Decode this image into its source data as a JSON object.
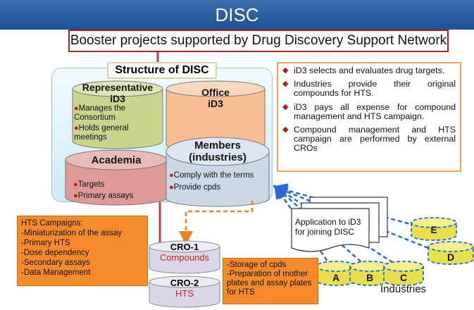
{
  "header": {
    "title": "DISC"
  },
  "banner": {
    "text": "Booster projects supported by Drug Discovery Support Network"
  },
  "structure": {
    "label": "Structure of DISC",
    "representative": {
      "title_line1": "Representative",
      "title_line2": "iD3",
      "items": [
        "Manages the Consortium",
        "Holds general meetings"
      ]
    },
    "office": {
      "title_line1": "Office",
      "title_line2": "iD3"
    },
    "academia": {
      "title": "Academia",
      "items": [
        "Targets",
        "Primary assays"
      ]
    },
    "members": {
      "title_line1": "Members",
      "title_line2": "(industries)",
      "items": [
        "Comply with the terms",
        "Provide cpds"
      ]
    }
  },
  "facts": [
    "iD3 selects and evaluates drug targets.",
    "Industries provide their original compounds for HTS.",
    "iD3 pays all expense for compound management and HTS campaign.",
    "Compound management and HTS campaign are performed by external CROs"
  ],
  "hts_box": {
    "title": "HTS Campaigns:",
    "items": [
      "-Miniaturization of the assay",
      "-Primary HTS",
      "-Dose dependency",
      "-Secondary assays",
      "-Data Management"
    ]
  },
  "cro1": {
    "title": "CRO-1",
    "subtitle": "Compounds"
  },
  "cro2": {
    "title": "CRO-2",
    "subtitle": "HTS"
  },
  "storage_box": {
    "items": [
      "-Storage of cpds",
      "-Preparation of mother plates and assay plates for HTS"
    ]
  },
  "application": {
    "line1": "Application to iD3",
    "line2": "for joining DISC"
  },
  "industries": {
    "label": "Industries",
    "letters": [
      "A",
      "B",
      "C",
      "D",
      "E"
    ]
  },
  "colors": {
    "header_blue": "#2a5ea3",
    "banner_border": "#b02020",
    "representative_fill": "#c9d48f",
    "office_fill": "#f8bf93",
    "academia_fill": "#dd9a96",
    "members_fill": "#ccd8e8",
    "orange_box": "#f58a2a",
    "industry_fill": "#e8e04a",
    "dash_blue": "#2a6ad8",
    "bullet_red": "#c01818"
  }
}
